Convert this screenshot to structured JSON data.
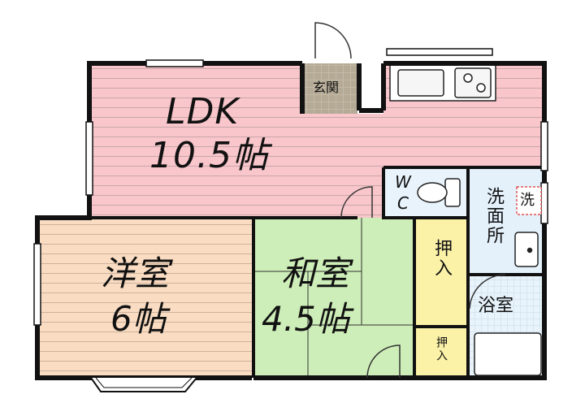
{
  "rooms": {
    "ldk": {
      "name": "LDK",
      "size": "10.5帖"
    },
    "western": {
      "name": "洋室",
      "size": "6帖"
    },
    "japanese": {
      "name": "和室",
      "size": "4.5帖"
    },
    "closet_large": "押入",
    "closet_small": "押入",
    "entrance": "玄関",
    "wc": "WC",
    "washroom": "洗面所",
    "washer": "洗",
    "bath": "浴室"
  },
  "colors": {
    "ldk": "#f8c6cb",
    "western": "#f9dcc2",
    "japanese": "#cdeeb8",
    "closet": "#fbf2a8",
    "wet_area": "#e4f1fb",
    "entrance": "#bdb3a0",
    "wall": "#111111"
  }
}
